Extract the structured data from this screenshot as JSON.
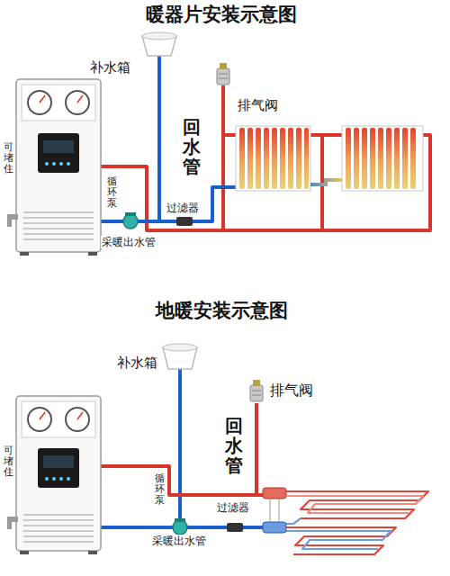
{
  "diagram": {
    "title": "暖器片安装示意图",
    "labels": [
      "补水箱",
      "排气阀",
      "可堵住",
      "循环泵",
      "回水管",
      "过滤器",
      "采暖出水管",
      "地暖安装示意图",
      "补水箱",
      "排气阀",
      "可堵住",
      "回水管",
      "循环泵",
      "过滤器",
      "采暖出水管"
    ]
  }
}
